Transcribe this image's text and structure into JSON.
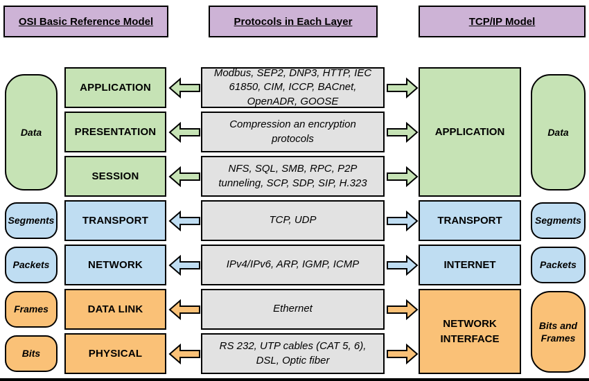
{
  "headers": {
    "osi": "OSI Basic Reference Model",
    "protocols": "Protocols in Each Layer",
    "tcpip": "TCP/IP Model"
  },
  "colors": {
    "purple": "#cdb3d6",
    "green": "#c6e3b5",
    "blue": "#bfddf2",
    "orange": "#fac177",
    "gray": "#e2e2e2",
    "border": "#000000"
  },
  "icons": {
    "left_arrow": "block-arrow-left",
    "right_arrow": "block-arrow-right"
  },
  "osi_layers": [
    {
      "label": "APPLICATION",
      "color": "green"
    },
    {
      "label": "PRESENTATION",
      "color": "green"
    },
    {
      "label": "SESSION",
      "color": "green"
    },
    {
      "label": "TRANSPORT",
      "color": "blue"
    },
    {
      "label": "NETWORK",
      "color": "blue"
    },
    {
      "label": "DATA LINK",
      "color": "orange"
    },
    {
      "label": "PHYSICAL",
      "color": "orange"
    }
  ],
  "protocols": [
    {
      "text": "Modbus, SEP2, DNP3, HTTP, IEC 61850, CIM, ICCP, BACnet, OpenADR, GOOSE"
    },
    {
      "text": "Compression an encryption protocols"
    },
    {
      "text": "NFS, SQL, SMB, RPC, P2P tunneling, SCP, SDP, SIP, H.323"
    },
    {
      "text": "TCP, UDP"
    },
    {
      "text": "IPv4/IPv6, ARP, IGMP, ICMP"
    },
    {
      "text": "Ethernet"
    },
    {
      "text": "RS 232, UTP cables (CAT 5, 6), DSL, Optic fiber"
    }
  ],
  "tcpip_layers": [
    {
      "label": "APPLICATION",
      "color": "green"
    },
    {
      "label": "TRANSPORT",
      "color": "blue"
    },
    {
      "label": "INTERNET",
      "color": "blue"
    },
    {
      "label": "NETWORK INTERFACE",
      "color": "orange"
    }
  ],
  "left_units": [
    {
      "label": "Data",
      "color": "green"
    },
    {
      "label": "Segments",
      "color": "blue"
    },
    {
      "label": "Packets",
      "color": "blue"
    },
    {
      "label": "Frames",
      "color": "orange"
    },
    {
      "label": "Bits",
      "color": "orange"
    }
  ],
  "right_units": [
    {
      "label": "Data",
      "color": "green"
    },
    {
      "label": "Segments",
      "color": "blue"
    },
    {
      "label": "Packets",
      "color": "blue"
    },
    {
      "label": "Bits and Frames",
      "color": "orange"
    }
  ]
}
